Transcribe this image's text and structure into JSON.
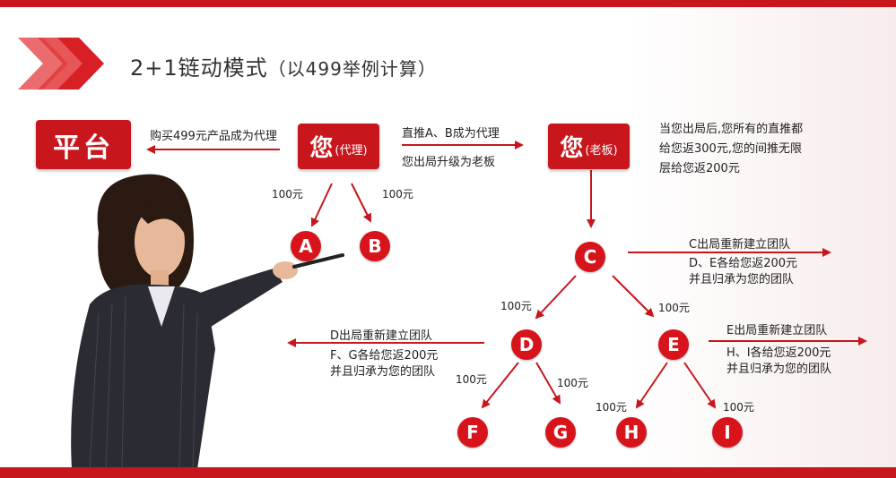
{
  "title": {
    "main": "2+1链动模式",
    "sub": "（以499举例计算）"
  },
  "platform_box": {
    "label": "平台"
  },
  "agent_box": {
    "main": "您",
    "role": "(代理)"
  },
  "boss_box": {
    "main": "您",
    "role": "(老板)"
  },
  "nodes": {
    "A": "A",
    "B": "B",
    "C": "C",
    "D": "D",
    "E": "E",
    "F": "F",
    "G": "G",
    "H": "H",
    "I": "I"
  },
  "labels": {
    "buy": "购买499元产品成为代理",
    "direct_ab": "直推A、B成为代理",
    "upgrade": "您出局升级为老板",
    "boss_note_1": "当您出局后,您所有的直推都",
    "boss_note_2": "给您返300元,您的间推无限",
    "boss_note_3": "层给您返200元",
    "c_out": "C出局重新建立团队",
    "c_de_1": "D、E各给您返200元",
    "c_de_2": "并且归承为您的团队",
    "d_out": "D出局重新建立团队",
    "d_fg_1": "F、G各给您返200元",
    "d_fg_2": "并且归承为您的团队",
    "e_out": "E出局重新建立团队",
    "e_hi_1": "H、I各给您返200元",
    "e_hi_2": "并且归承为您的团队",
    "amount": "100元"
  },
  "colors": {
    "accent": "#c8161d",
    "text": "#222222"
  }
}
